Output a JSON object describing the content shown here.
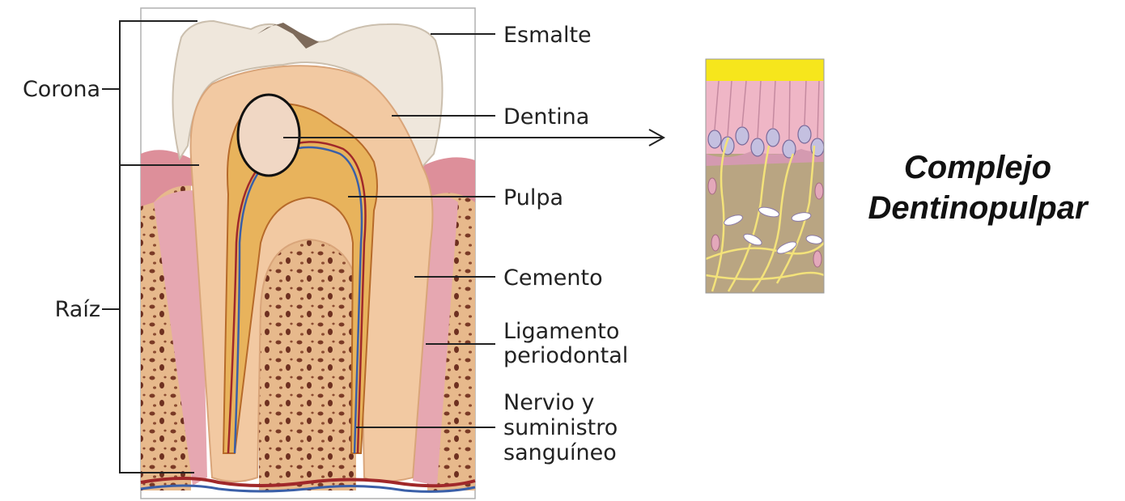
{
  "labels": {
    "corona": "Corona",
    "raiz": "Raíz",
    "esmalte": "Esmalte",
    "dentina": "Dentina",
    "pulpa": "Pulpa",
    "cemento": "Cemento",
    "ligamento_line1": "Ligamento",
    "ligamento_line2": "periodontal",
    "nervio_line1": "Nervio y",
    "nervio_line2": "suministro",
    "nervio_line3": "sanguíneo"
  },
  "title": {
    "line1": "Complejo",
    "line2": "Dentinopulpar"
  },
  "colors": {
    "enamel": "#efe7dc",
    "dentin": "#f2c9a2",
    "pulp": "#e8b35c",
    "gum": "#dd8f9a",
    "bone": "#e7b98c",
    "bone_pores": "#7a3a26",
    "cementum": "#f4d6d8",
    "nerve_yellow": "#f3e27a",
    "odontoblast_pink": "#efb6c6",
    "detail_background": "#b9a582",
    "enamel_cap_yellow": "#f6e61c"
  }
}
